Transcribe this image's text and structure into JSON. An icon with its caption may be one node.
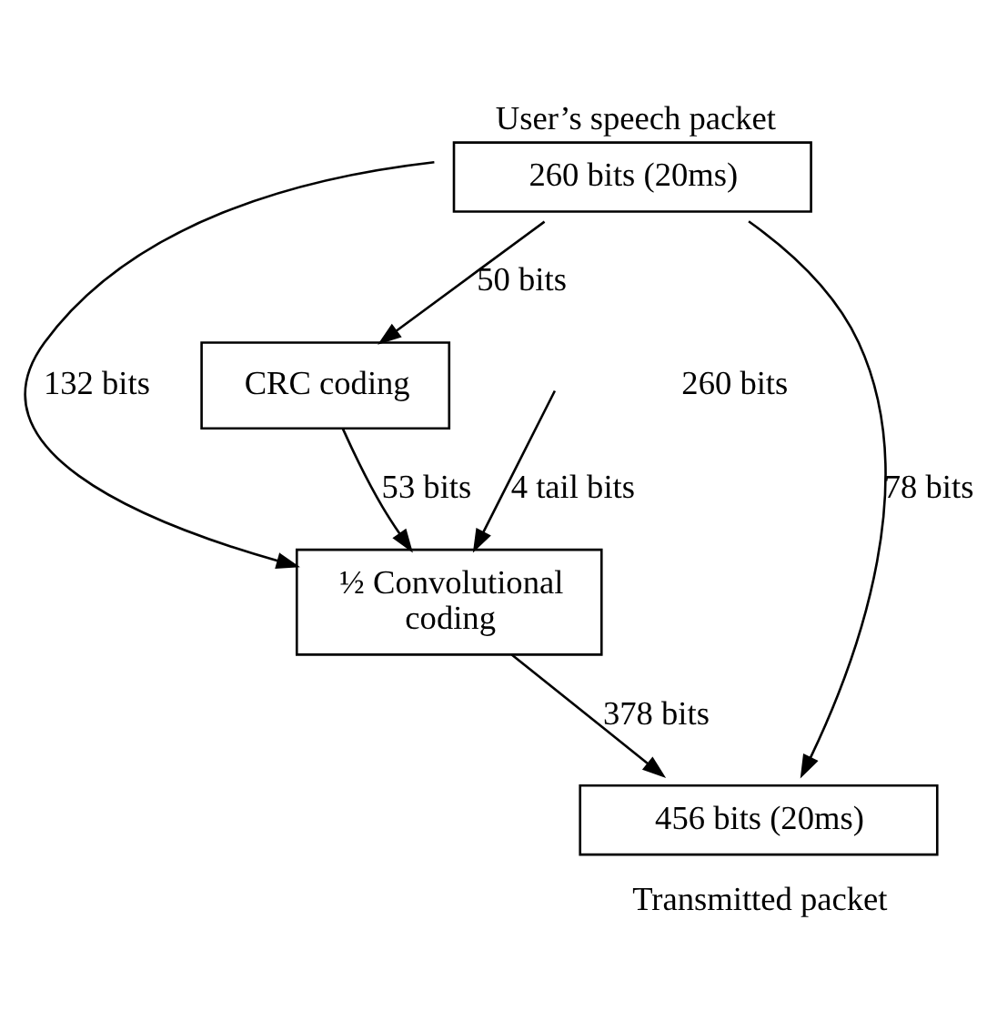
{
  "diagram": {
    "nodes": [
      {
        "text": [
          "User’s speech packet",
          "260 bits (20ms)"
        ]
      },
      {
        "text": [
          "CRC coding"
        ]
      },
      {
        "text": [
          "½ Convolutional coding"
        ]
      },
      {
        "text": [
          "456 bits (20ms)",
          "Transmitted packet"
        ]
      }
    ],
    "edges": [
      {
        "from": 0,
        "to": 1,
        "arrow": "to",
        "label": "50 bits"
      },
      {
        "from": 0,
        "to": 2,
        "arrow": "to",
        "label": "132 bits"
      },
      {
        "from": 0,
        "to": 3,
        "arrow": "to",
        "label": "78 bits"
      },
      {
        "from": 1,
        "to": 2,
        "arrow": "to",
        "label": "53 bits"
      },
      {
        "from": null,
        "to": 2,
        "arrow": "to",
        "label": "4 tail bits"
      },
      {
        "from": 2,
        "to": 3,
        "arrow": "to",
        "label": "378 bits"
      }
    ],
    "labels": [
      "260 bits"
    ]
  }
}
